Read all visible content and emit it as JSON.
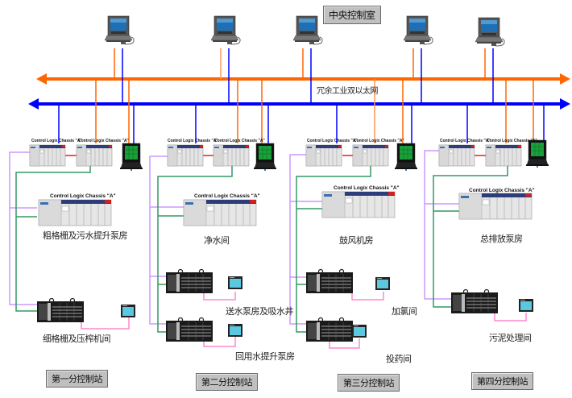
{
  "title": "中央控制室",
  "network_label": "冗余工业双以太网",
  "colors": {
    "ring_a": "#ff6600",
    "ring_b": "#0000ff",
    "purple_link": "#cc99ff",
    "green_link": "#339966",
    "pink_link": "#ff88cc",
    "redundancy_link": "#e02020"
  },
  "chassis_label": "Control Logix Chassis \"A\"",
  "central_workstations": [
    {
      "icon": "workstation-icon"
    },
    {
      "icon": "workstation-icon"
    },
    {
      "icon": "workstation-icon"
    },
    {
      "icon": "workstation-icon"
    },
    {
      "icon": "workstation-icon"
    }
  ],
  "stations": [
    {
      "name": "第一分控制站",
      "rooms": [
        {
          "label": "粗格栅及污水提升泵房",
          "type": "chassis"
        },
        {
          "label": "细格栅及压榨机间",
          "type": "slc-with-hmi"
        }
      ]
    },
    {
      "name": "第二分控制站",
      "rooms": [
        {
          "label": "净水间",
          "type": "chassis"
        },
        {
          "label": "送水泵房及吸水井",
          "type": "slc-with-hmi"
        },
        {
          "label": "回用水提升泵房",
          "type": "slc-with-hmi"
        }
      ]
    },
    {
      "name": "第三分控制站",
      "rooms": [
        {
          "label": "鼓风机房",
          "type": "chassis"
        },
        {
          "label": "加氯间",
          "type": "slc-with-hmi"
        },
        {
          "label": "投药间",
          "type": "slc-with-hmi"
        }
      ]
    },
    {
      "name": "第四分控制站",
      "rooms": [
        {
          "label": "总排放泵房",
          "type": "chassis"
        },
        {
          "label": "污泥处理间",
          "type": "slc-with-hmi"
        }
      ]
    }
  ]
}
